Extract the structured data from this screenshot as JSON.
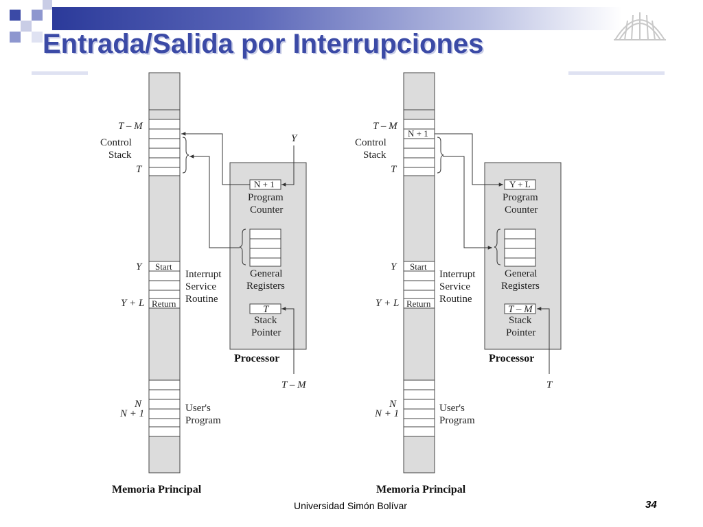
{
  "slide": {
    "title": "Entrada/Salida por Interrupciones",
    "footer": "Universidad Simón Bolívar",
    "page_number": "34",
    "logo": "university-dome-logo",
    "accent_color": "#3b4aa6"
  },
  "diagram_left": {
    "memory_caption": "Memoria Principal",
    "addr_t_minus_m": "T – M",
    "addr_t": "T",
    "addr_y": "Y",
    "addr_y_plus_l": "Y + L",
    "addr_n": "N",
    "addr_n_plus_1": "N + 1",
    "control_stack_1": "Control",
    "control_stack_2": "Stack",
    "start_cell": "Start",
    "return_cell": "Return",
    "isr_1": "Interrupt",
    "isr_2": "Service",
    "isr_3": "Routine",
    "user_1": "User's",
    "user_2": "Program",
    "pc_value": "N + 1",
    "pc_label_1": "Program",
    "pc_label_2": "Counter",
    "regs_label_1": "General",
    "regs_label_2": "Registers",
    "sp_value": "T",
    "sp_label_1": "Stack",
    "sp_label_2": "Pointer",
    "processor": "Processor",
    "input_top": "Y",
    "input_bottom": "T – M"
  },
  "diagram_right": {
    "memory_caption": "Memoria Principal",
    "addr_t_minus_m": "T – M",
    "addr_t": "T",
    "addr_y": "Y",
    "addr_y_plus_l": "Y + L",
    "addr_n": "N",
    "addr_n_plus_1": "N + 1",
    "control_stack_1": "Control",
    "control_stack_2": "Stack",
    "stack_top_cell": "N + 1",
    "start_cell": "Start",
    "return_cell": "Return",
    "isr_1": "Interrupt",
    "isr_2": "Service",
    "isr_3": "Routine",
    "user_1": "User's",
    "user_2": "Program",
    "pc_value": "Y + L",
    "pc_label_1": "Program",
    "pc_label_2": "Counter",
    "regs_label_1": "General",
    "regs_label_2": "Registers",
    "sp_value": "T – M",
    "sp_label_1": "Stack",
    "sp_label_2": "Pointer",
    "processor": "Processor",
    "input_bottom": "T"
  }
}
